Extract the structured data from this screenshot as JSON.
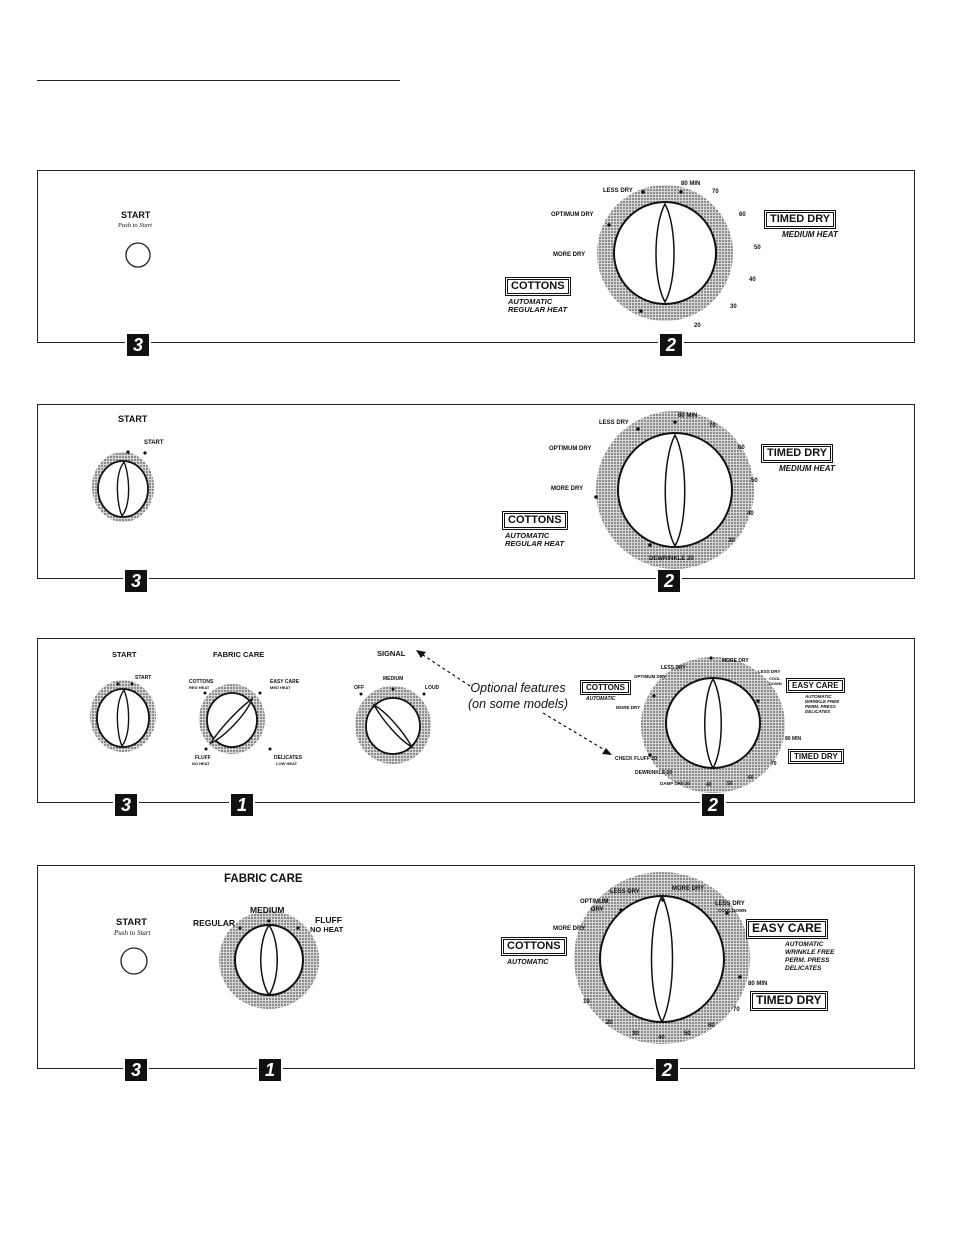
{
  "panels": [
    {
      "start": {
        "label": "START",
        "sub": "Push to Start"
      },
      "dial": {
        "less_dry": "LESS DRY",
        "optimum_dry": "OPTIMUM DRY",
        "more_dry": "MORE DRY",
        "t80": "80 MIN",
        "t70": "70",
        "t60": "60",
        "t50": "50",
        "t40": "40",
        "t30": "30",
        "t20": "20"
      },
      "cottons": {
        "label": "COTTONS",
        "line1": "AUTOMATIC",
        "line2": "REGULAR HEAT"
      },
      "timed": {
        "label": "TIMED DRY",
        "sub": "MEDIUM HEAT"
      },
      "markers": {
        "left": "3",
        "right": "2"
      }
    },
    {
      "start": {
        "label": "START",
        "knob_label": "START"
      },
      "dial": {
        "less_dry": "LESS DRY",
        "optimum_dry": "OPTIMUM DRY",
        "more_dry": "MORE DRY",
        "t80": "80 MIN",
        "t70": "70",
        "t60": "60",
        "t50": "50",
        "t40": "40",
        "t30": "30",
        "dewrinkle": "DEWRINKLE 20"
      },
      "cottons": {
        "label": "COTTONS",
        "line1": "AUTOMATIC",
        "line2": "REGULAR HEAT"
      },
      "timed": {
        "label": "TIMED DRY",
        "sub": "MEDIUM HEAT"
      },
      "markers": {
        "left": "3",
        "right": "2"
      }
    },
    {
      "start": {
        "label": "START",
        "knob_label": "START"
      },
      "fabric": {
        "label": "FABRIC CARE",
        "cottons": "COTTONS",
        "cottons_sub": "REG HEAT",
        "easy": "EASY CARE",
        "easy_sub": "MED HEAT",
        "fluff": "FLUFF",
        "fluff_sub": "NO HEAT",
        "delicates": "DELICATES",
        "delicates_sub": "LOW HEAT"
      },
      "signal": {
        "label": "SIGNAL",
        "off": "OFF",
        "medium": "MEDIUM",
        "loud": "LOUD"
      },
      "optional": {
        "line1": "Optional features",
        "line2": "(on some models)"
      },
      "dial": {
        "less_dry": "LESS DRY",
        "optimum_dry": "OPTIMUM DRY",
        "more_dry_top": "MORE DRY",
        "less_dry_r": "LESS DRY",
        "cool_down": "COOL DOWN",
        "more_dry_left": "MORE DRY",
        "check_fluff": "CHECK FLUFF 10",
        "dewrinkle": "DEWRINKLE 20",
        "damp_dry": "DAMP DRY 30",
        "t40": "40",
        "t50": "50",
        "t60": "60",
        "t70": "70",
        "t80": "80 MIN"
      },
      "cottons": {
        "label": "COTTONS",
        "line1": "AUTOMATIC"
      },
      "easy": {
        "label": "EASY CARE",
        "l1": "AUTOMATIC",
        "l2": "WRINKLE FREE",
        "l3": "PERM. PRESS",
        "l4": "DELICATES"
      },
      "timed": {
        "label": "TIMED DRY"
      },
      "markers": {
        "left": "3",
        "mid": "1",
        "right": "2"
      }
    },
    {
      "fabric": {
        "label": "FABRIC CARE",
        "regular": "REGULAR",
        "medium": "MEDIUM",
        "fluff": "FLUFF",
        "fluff_sub": "NO HEAT"
      },
      "start": {
        "label": "START",
        "sub": "Push to Start"
      },
      "dial": {
        "less_dry": "LESS DRY",
        "optimum": "OPTIMUM",
        "dry": "DRY",
        "more_dry_top": "MORE DRY",
        "less_dry_r": "LESS DRY",
        "cool_down": "COOL DOWN",
        "more_dry_left": "MORE DRY",
        "t10": "10",
        "t20": "20",
        "t30": "30",
        "t40": "40",
        "t50": "50",
        "t60": "60",
        "t70": "70",
        "t80": "80 MIN"
      },
      "cottons": {
        "label": "COTTONS",
        "line1": "AUTOMATIC"
      },
      "easy": {
        "label": "EASY CARE",
        "l1": "AUTOMATIC",
        "l2": "WRINKLE FREE",
        "l3": "PERM. PRESS",
        "l4": "DELICATES"
      },
      "timed": {
        "label": "TIMED DRY"
      },
      "markers": {
        "left": "3",
        "mid": "1",
        "right": "2"
      }
    }
  ]
}
